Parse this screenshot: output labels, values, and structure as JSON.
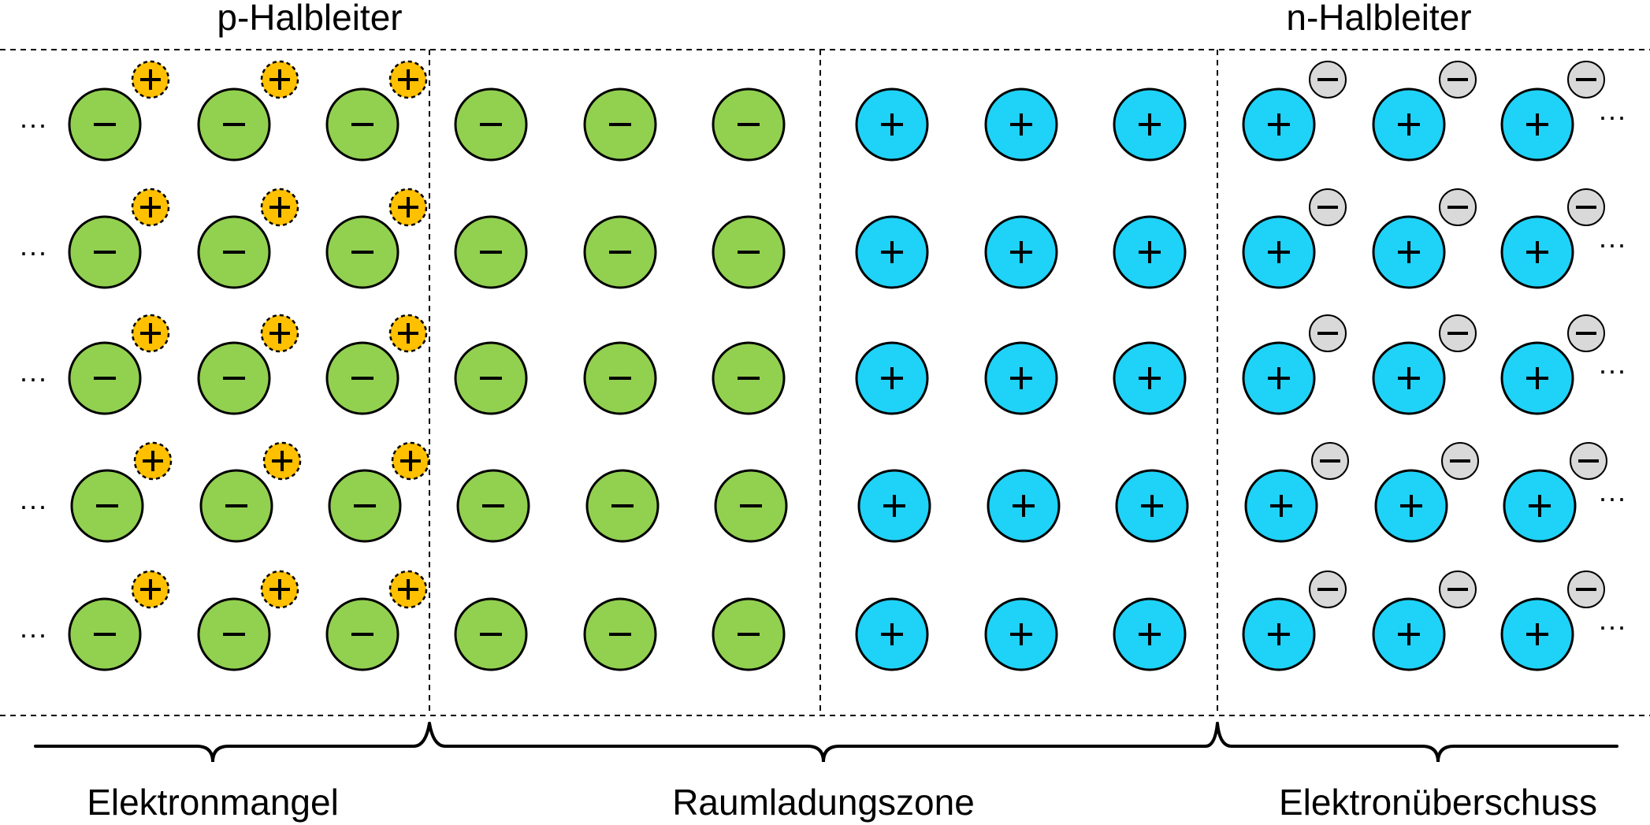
{
  "header": {
    "left_title": "p-Halbleiter",
    "right_title": "n-Halbleiter"
  },
  "footer": {
    "left_label": "Elektronmangel",
    "center_label": "Raumladungszone",
    "right_label": "Elektronüberschuss"
  },
  "ellipsis": "···",
  "symbols": {
    "minus": "−",
    "plus": "+"
  },
  "colors": {
    "acceptor_ion": "#92D050",
    "donor_ion": "#1FD2F7",
    "hole": "#FFC000",
    "free_electron": "#D9D9D9",
    "stroke": "#000000"
  },
  "lattice": {
    "rows": 5,
    "p_region_columns": 3,
    "depletion_p_columns": 3,
    "depletion_n_columns": 3,
    "n_region_columns": 3
  }
}
